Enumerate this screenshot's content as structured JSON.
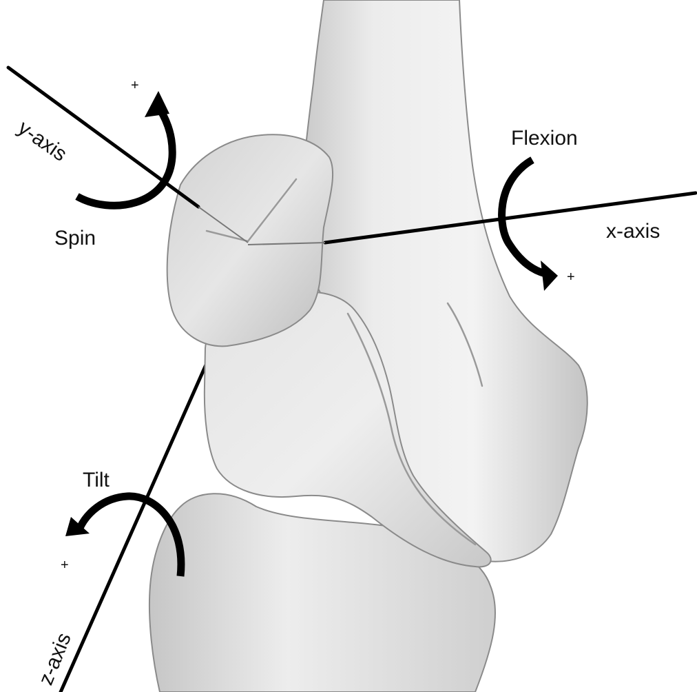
{
  "diagram": {
    "axes": {
      "x": "x-axis",
      "y": "y-axis",
      "z": "z-axis"
    },
    "rotations": {
      "flexion": "Flexion",
      "spin": "Spin",
      "tilt": "Tilt"
    },
    "signs": {
      "flexion_plus": "+",
      "spin_plus": "+",
      "tilt_plus": "+"
    },
    "colors": {
      "background": "#ffffff",
      "bone": "#e2e2e2",
      "axis": "#000000",
      "text": "#111111"
    }
  }
}
